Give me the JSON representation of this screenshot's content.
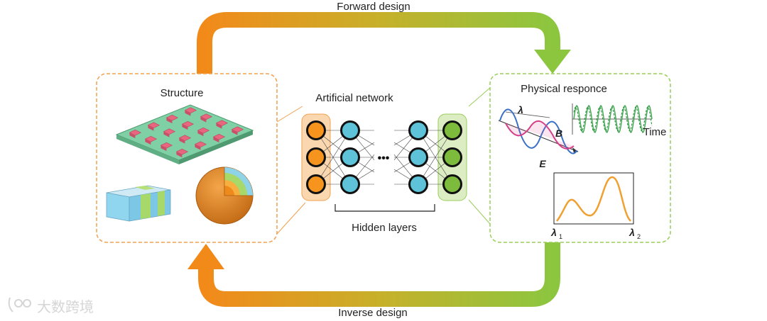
{
  "labels": {
    "forward": "Forward design",
    "inverse": "Inverse design",
    "structure": "Structure",
    "network": "Artificial network",
    "hidden": "Hidden layers",
    "physical": "Physical responce",
    "wavelength": "λ",
    "b_field": "B",
    "e_field": "E",
    "time": "Time",
    "lambda1": "λ",
    "lambda1_sub": "1",
    "lambda2": "λ",
    "lambda2_sub": "2",
    "ellipsis": "•••"
  },
  "watermark": {
    "text": "大数跨境"
  },
  "colors": {
    "orange": "#ee8a1b",
    "green": "#8cc63f",
    "cyan": "#5bc3dc",
    "orange_panel_border": "#f0a050",
    "green_panel_border": "#9acd5a",
    "input_node": "#f7941d",
    "output_node": "#7dbb3c",
    "hidden_node": "#5ec2d8",
    "metasurface": "#7fd1a5",
    "pillar": "#e8677e",
    "spectrum": "#f0a030"
  },
  "icons": [
    "wave-diagram-icon",
    "time-signal-icon",
    "spectrum-plot-icon",
    "watermark-logo-icon"
  ]
}
